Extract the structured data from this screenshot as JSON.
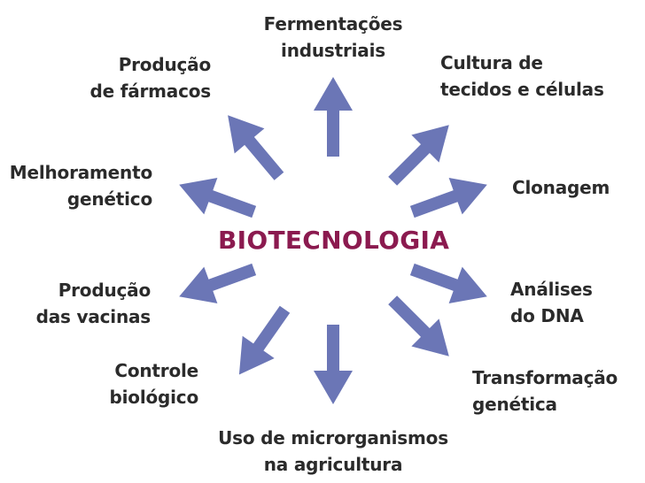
{
  "center_title": "BIOTECNOLOGIA",
  "colors": {
    "arrow": "#6b76b6",
    "center": "#8b1a4f",
    "text": "#2b2b2b"
  },
  "nodes": [
    {
      "lines": [
        "Fermentações",
        "industriais"
      ]
    },
    {
      "lines": [
        "Cultura de",
        "tecidos e células"
      ]
    },
    {
      "lines": [
        "Clonagem"
      ]
    },
    {
      "lines": [
        "Análises",
        "do DNA"
      ]
    },
    {
      "lines": [
        "Transformação",
        "genética"
      ]
    },
    {
      "lines": [
        "Uso de microrganismos",
        "na agricultura"
      ]
    },
    {
      "lines": [
        "Controle",
        "biológico"
      ]
    },
    {
      "lines": [
        "Produção",
        "das vacinas"
      ]
    },
    {
      "lines": [
        "Melhoramento",
        "genético"
      ]
    },
    {
      "lines": [
        "Produção",
        "de fármacos"
      ]
    }
  ],
  "arrow_icon": "arrow-icon"
}
